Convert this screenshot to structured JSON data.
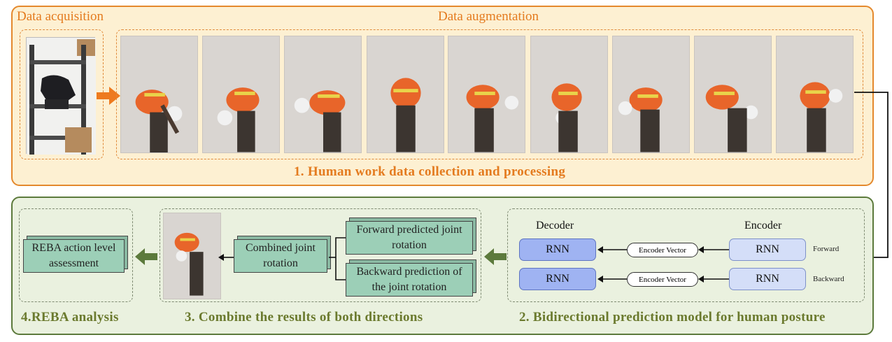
{
  "stage1": {
    "acquisition_label": "Data acquisition",
    "augmentation_label": "Data augmentation",
    "title": "1. Human work data collection and processing"
  },
  "stage2": {
    "title": "2. Bidirectional prediction model for human posture",
    "decoder_label": "Decoder",
    "encoder_label": "Encoder",
    "rnn_label": "RNN",
    "encoder_vector_label": "Encoder Vector",
    "forward_label": "Forward",
    "backward_label": "Backward"
  },
  "stage3": {
    "title": "3. Combine the results of both directions",
    "forward_box": "Forward predicted joint rotation",
    "backward_box": "Backward prediction of the joint rotation",
    "combined_box": "Combined joint rotation"
  },
  "stage4": {
    "title": "4.REBA analysis",
    "reba_box": "REBA action level assessment"
  },
  "colors": {
    "orange_accent": "#e47b1f",
    "green_accent": "#5c7a3c",
    "block_green": "#9ccfb7",
    "rnn_decoder": "#9fb3f2",
    "rnn_encoder": "#d4def8"
  }
}
